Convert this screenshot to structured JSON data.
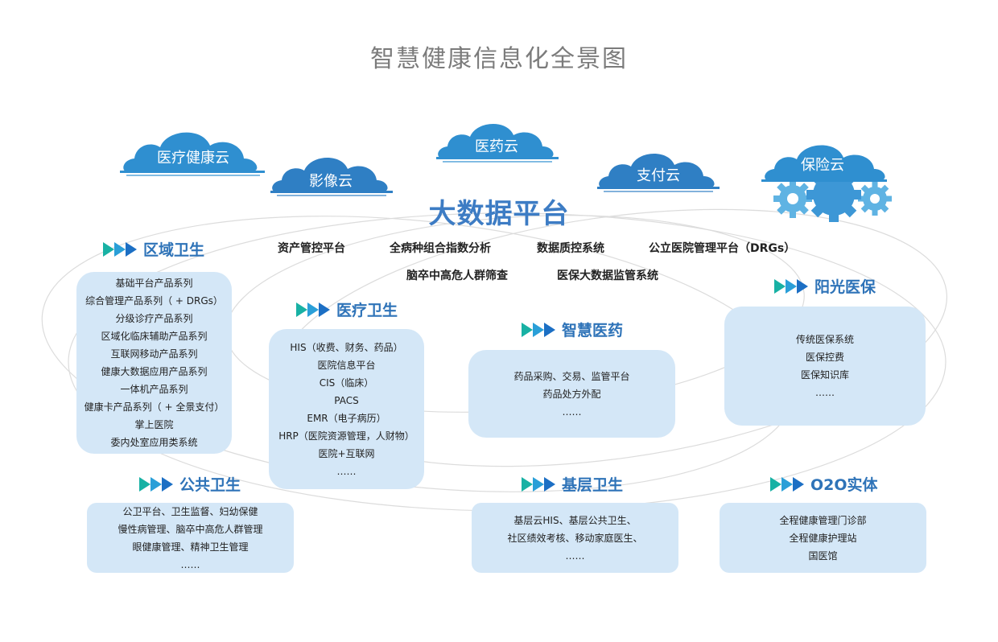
{
  "title": "智慧健康信息化全景图",
  "clouds": [
    {
      "label": "医疗健康云"
    },
    {
      "label": "影像云"
    },
    {
      "label": "医药云"
    },
    {
      "label": "支付云"
    },
    {
      "label": "保险云"
    }
  ],
  "bigdata": {
    "title": "大数据平台",
    "items": [
      "资产管控平台",
      "全病种组合指数分析",
      "数据质控系统",
      "公立医院管理平台（DRGs）",
      "脑卒中高危人群筛查",
      "医保大数据监管系统"
    ]
  },
  "sections": {
    "regional": {
      "title": "区域卫生",
      "items": [
        "基础平台产品系列",
        "综合管理产品系列（ + DRGs）",
        "分级诊疗产品系列",
        "区域化临床辅助产品系列",
        "互联网移动产品系列",
        "健康大数据应用产品系列",
        "一体机产品系列",
        "健康卡产品系列（ + 全景支付）",
        "掌上医院",
        "委内处室应用类系统"
      ]
    },
    "medical": {
      "title": "医疗卫生",
      "items": [
        "HIS（收费、财务、药品）",
        "医院信息平台",
        "CIS（临床）",
        "PACS",
        "EMR（电子病历）",
        "HRP（医院资源管理，人财物）",
        "医院+互联网",
        "……"
      ]
    },
    "pharma": {
      "title": "智慧医药",
      "items": [
        "药品采购、交易、监管平台",
        "药品处方外配",
        "……"
      ]
    },
    "insurance": {
      "title": "阳光医保",
      "items": [
        "传统医保系统",
        "医保控费",
        "医保知识库",
        "……"
      ]
    },
    "public": {
      "title": "公共卫生",
      "items": [
        "公卫平台、卫生监督、妇幼保健",
        "慢性病管理、脑卒中高危人群管理",
        "眼健康管理、精神卫生管理",
        "……"
      ]
    },
    "primary": {
      "title": "基层卫生",
      "items": [
        "基层云HIS、基层公共卫生、",
        "社区绩效考核、移动家庭医生、",
        "……"
      ]
    },
    "o2o": {
      "title": "O2O实体",
      "items": [
        "全程健康管理门诊部",
        "全程健康护理站",
        "国医馆"
      ]
    }
  },
  "colors": {
    "accent": "#2e73b8",
    "cloud": "#2f8fd0",
    "box": "#d4e7f7",
    "arrow1": "#18b1a4",
    "arrow2": "#2a9fd8",
    "arrow3": "#1c6fc4"
  },
  "icons": [
    "cloud-icon",
    "gear-icon",
    "triple-arrow-icon"
  ]
}
